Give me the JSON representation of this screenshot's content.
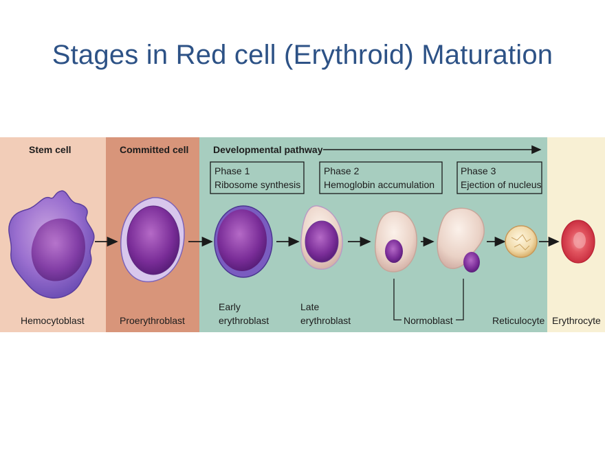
{
  "title": "Stages in Red cell (Erythroid) Maturation",
  "sections": {
    "stem": "Stem cell",
    "committed": "Committed cell",
    "pathway": "Developmental pathway"
  },
  "phases": [
    {
      "name": "Phase 1",
      "desc": "Ribosome synthesis"
    },
    {
      "name": "Phase 2",
      "desc": "Hemoglobin accumulation"
    },
    {
      "name": "Phase 3",
      "desc": "Ejection of nucleus"
    }
  ],
  "cells": {
    "hemocytoblast": "Hemocytoblast",
    "proerythroblast": "Proerythroblast",
    "early_1": "Early",
    "early_2": "erythroblast",
    "late_1": "Late",
    "late_2": "erythroblast",
    "normoblast": "Normoblast",
    "reticulocyte": "Reticulocyte",
    "erythrocyte": "Erythrocyte"
  },
  "colors": {
    "title": "#2d5286",
    "stem_bg": "#f2cdb8",
    "committed_bg": "#d8957a",
    "pathway_bg": "#a7cdbf",
    "erythrocyte_bg": "#f8f0d4"
  }
}
